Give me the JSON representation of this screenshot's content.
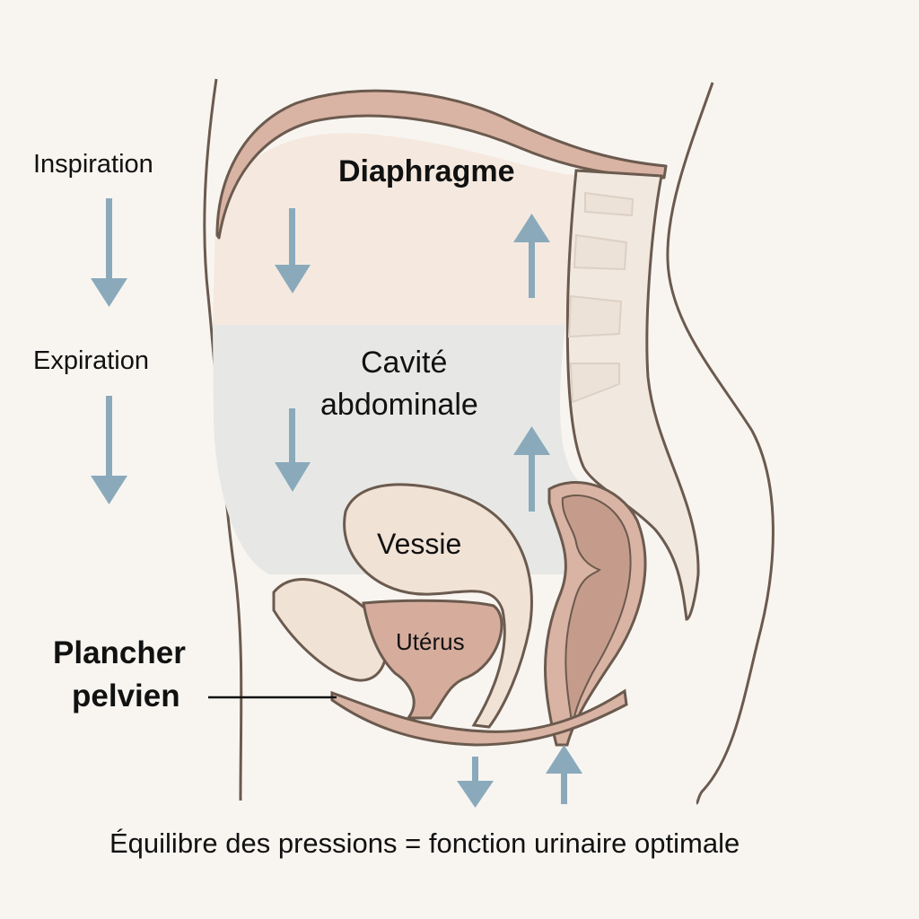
{
  "labels": {
    "inspiration": "Inspiration",
    "expiration": "Expiration",
    "diaphragme": "Diaphragme",
    "cavite_line1": "Cavité",
    "cavite_line2": "abdominale",
    "vessie": "Vessie",
    "uterus": "Utérus",
    "plancher_line1": "Plancher",
    "plancher_line2": "pelvien",
    "caption": "Équilibre des pressions = fonction urinaire optimale"
  },
  "colors": {
    "background": "#f8f5f1",
    "outline": "#6b5a4e",
    "muscle": "#d9b3a3",
    "upper_cavity": "#f5e9df",
    "lower_cavity": "#e7e8e5",
    "bladder": "#f1e2d6",
    "uterus": "#d6ad9c",
    "rectum_inner": "#c59c8c",
    "spine": "#f1e8df",
    "arrow": "#8aaabb"
  }
}
